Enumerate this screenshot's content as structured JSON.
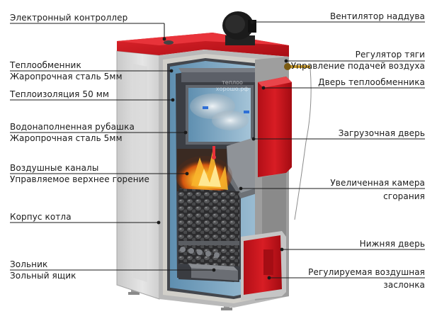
{
  "labels": {
    "controller": "Электронный контроллер",
    "heat_exchanger": "Теплообменник",
    "heat_exchanger_steel": "Жаропрочная сталь 5мм",
    "insulation": "Теплоизоляция 50 мм",
    "water_jacket": "Водонаполненная рубашка",
    "water_jacket_steel": "Жаропрочная сталь 5мм",
    "air_channels": "Воздушные каналы",
    "top_combustion": "Управляемое верхнее горение",
    "boiler_body": "Корпус котла",
    "ash_pit": "Зольник",
    "ash_box": "Зольный ящик",
    "fan": "Вентилятор наддува",
    "draft_regulator": "Регулятор тяги",
    "air_supply_control": "Управление подачей воздуха",
    "exchanger_door": "Дверь теплообменника",
    "loading_door": "Загрузочная дверь",
    "chamber_line1": "Увеличенная камера",
    "chamber_line2": "сгорания",
    "lower_door": "Нижняя дверь",
    "damper_line1": "Регулируемая воздушная",
    "damper_line2": "заслонка"
  },
  "watermark": {
    "line1": "теплоо",
    "line2": "хорошо.рф"
  },
  "colors": {
    "body_red": "#c8131b",
    "panel_gray": "#d6d6d6",
    "dark_steel": "#3d4047",
    "water": "#7ea8c4",
    "flame": "#f4a51c"
  }
}
